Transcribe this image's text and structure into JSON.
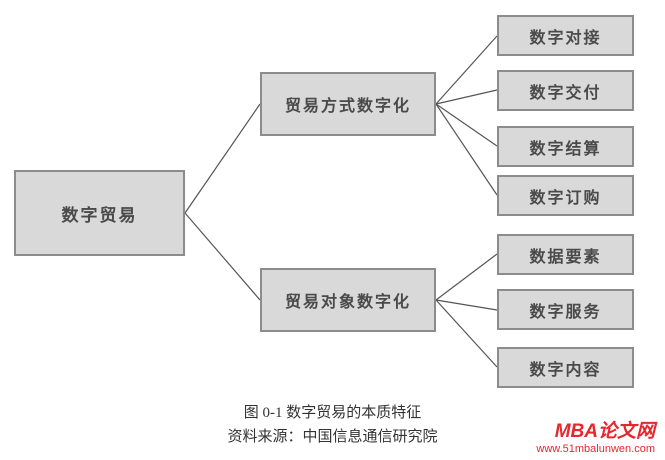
{
  "diagram": {
    "root": {
      "label": "数字贸易"
    },
    "branches": [
      {
        "label": "贸易方式数字化",
        "children": [
          "数字对接",
          "数字交付",
          "数字结算",
          "数字订购"
        ]
      },
      {
        "label": "贸易对象数字化",
        "children": [
          "数据要素",
          "数字服务",
          "数字内容"
        ]
      }
    ]
  },
  "caption": {
    "title": "图 0-1  数字贸易的本质特征",
    "source": "资料来源：中国信息通信研究院"
  },
  "watermark": {
    "brand": "MBA论文网",
    "url": "www.51mbalunwen.com"
  },
  "colors": {
    "box_fill": "#d9d9d9",
    "box_border": "#8c8c8c",
    "node_text": "#4a4a4a",
    "connector": "#555555",
    "watermark_red": "#e8262d"
  }
}
